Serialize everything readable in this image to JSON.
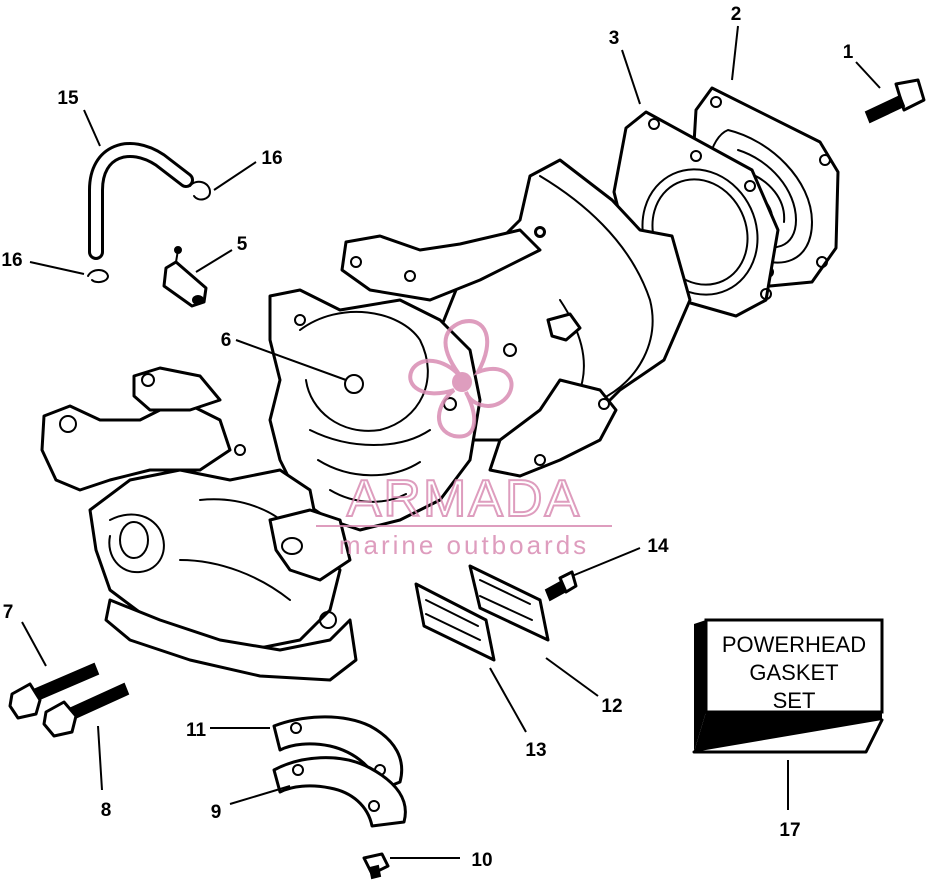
{
  "callouts": {
    "c1": "1",
    "c2": "2",
    "c3": "3",
    "c5": "5",
    "c6": "6",
    "c7": "7",
    "c8": "8",
    "c9": "9",
    "c10": "10",
    "c11": "11",
    "c12": "12",
    "c13": "13",
    "c14": "14",
    "c15": "15",
    "c16a": "16",
    "c16b": "16",
    "c17": "17"
  },
  "gasket_set_box": {
    "line1": "POWERHEAD",
    "line2": "GASKET",
    "line3": "SET"
  },
  "watermark": {
    "brand": "ARMADA",
    "tagline": "marine outboards",
    "color": "#d98cb3"
  }
}
